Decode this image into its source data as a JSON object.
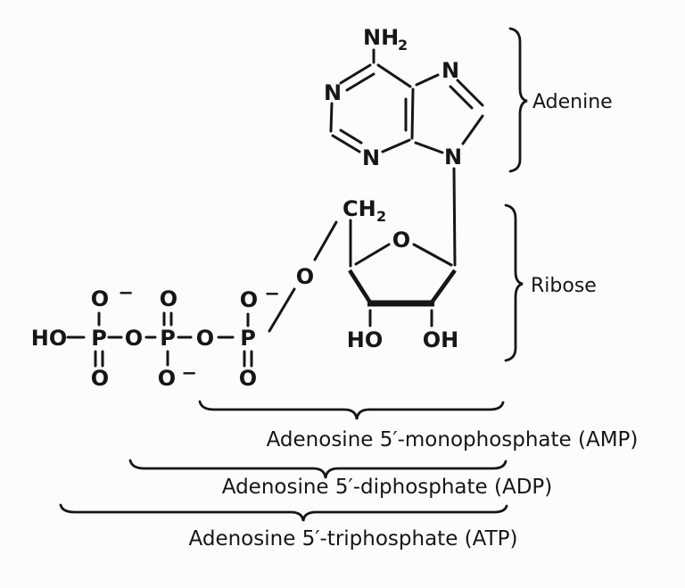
{
  "colors": {
    "background": "#fcfdfb",
    "ink": "#161616"
  },
  "labels": {
    "adenine": "Adenine",
    "ribose": "Ribose",
    "amp": "Adenosine 5′-monophosphate (AMP)",
    "adp": "Adenosine 5′-diphosphate (ADP)",
    "atp": "Adenosine 5′-triphosphate (ATP)"
  },
  "atoms": {
    "amino_main": "NH",
    "amino_sub": "2",
    "n1": "N",
    "n3": "N",
    "n7": "N",
    "n9": "N",
    "ch2_main": "CH",
    "ch2_sub": "2",
    "ribose_ring_o": "O",
    "ribose_ho": "HO",
    "ribose_oh": "OH",
    "bridge_o": "O",
    "chain_ho": "HO",
    "p_left": "P",
    "chain_o1": "O",
    "p_mid": "P",
    "chain_o2": "O",
    "p_right": "P",
    "p_left_top_o": "O",
    "p_left_bottom_o": "O",
    "p_mid_top_o": "O",
    "p_mid_bottom_o": "O",
    "p_right_top_o": "O",
    "p_right_bottom_o": "O",
    "charge_minus": "−"
  }
}
